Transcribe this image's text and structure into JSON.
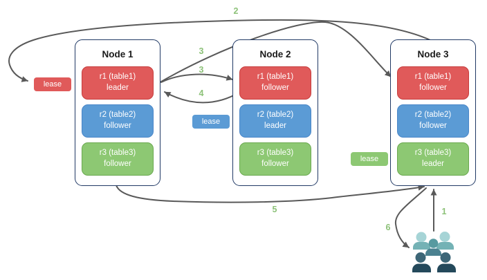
{
  "nodes": [
    {
      "title": "Node 1",
      "replicas": [
        {
          "name": "r1 (table1)",
          "role": "leader",
          "color": "red"
        },
        {
          "name": "r2 (table2)",
          "role": "follower",
          "color": "blue"
        },
        {
          "name": "r3 (table3)",
          "role": "follower",
          "color": "green"
        }
      ]
    },
    {
      "title": "Node 2",
      "replicas": [
        {
          "name": "r1 (table1)",
          "role": "follower",
          "color": "red"
        },
        {
          "name": "r2 (table2)",
          "role": "leader",
          "color": "blue"
        },
        {
          "name": "r3 (table3)",
          "role": "follower",
          "color": "green"
        }
      ]
    },
    {
      "title": "Node 3",
      "replicas": [
        {
          "name": "r1 (table1)",
          "role": "follower",
          "color": "red"
        },
        {
          "name": "r2 (table2)",
          "role": "follower",
          "color": "blue"
        },
        {
          "name": "r3 (table3)",
          "role": "leader",
          "color": "green"
        }
      ]
    }
  ],
  "leases": [
    {
      "label": "lease",
      "color": "red"
    },
    {
      "label": "lease",
      "color": "blue"
    },
    {
      "label": "lease",
      "color": "green"
    }
  ],
  "steps": [
    {
      "label": "1"
    },
    {
      "label": "2"
    },
    {
      "label": "3"
    },
    {
      "label": "3"
    },
    {
      "label": "4"
    },
    {
      "label": "5"
    },
    {
      "label": "6"
    }
  ],
  "colors": {
    "node_border": "#1f3864",
    "arrow": "#595959",
    "step_number": "#8cc178",
    "replica_red": "#e05a5a",
    "replica_red_border": "#c63d3d",
    "replica_blue": "#5b9bd5",
    "replica_blue_border": "#4a86c8",
    "replica_green": "#8dc873",
    "replica_green_border": "#6aa84f",
    "people_light": "#a6d4d6",
    "people_mid": "#74b2b5",
    "people_center_head": "#579aa0",
    "people_center_body": "#4b8190",
    "people_front_head": "#3d6677",
    "people_front_body": "#24495b"
  }
}
